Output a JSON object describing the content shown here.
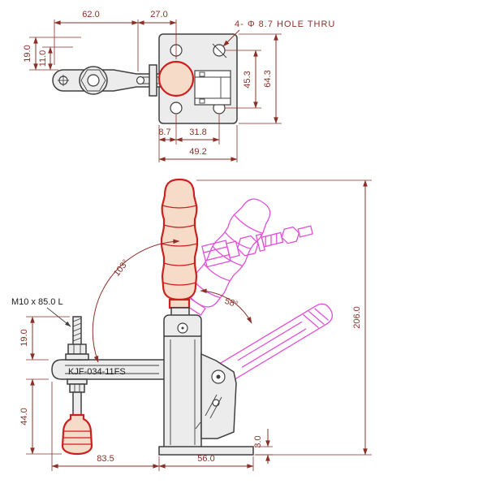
{
  "drawing": {
    "title": "Vertical toggle clamp technical drawing",
    "colors": {
      "dimension": "#8a3028",
      "outline": "#3f3f3f",
      "highlight_red": "#cc2020",
      "phantom_magenta": "#e24fd8",
      "fill_light": "#f6dcc8",
      "fill_gray": "#ececec"
    }
  },
  "top": {
    "d62": "62.0",
    "d27": "27.0",
    "hole_note": "4- Φ 8.7 HOLE THRU",
    "d19": "19.0",
    "d11": "11.0",
    "d45_3": "45.3",
    "d64_3": "64.3",
    "d8_7": "8.7",
    "d31_8": "31.8",
    "d49_2": "49.2"
  },
  "front": {
    "spindle_label": "M10 x 85.0 L",
    "model": "KJF-034-11FS",
    "d19": "19.0",
    "d44": "44.0",
    "d83_5": "83.5",
    "d56": "56.0",
    "d3": "3.0",
    "d206": "206.0",
    "a103": "103°",
    "a58": "58°"
  }
}
